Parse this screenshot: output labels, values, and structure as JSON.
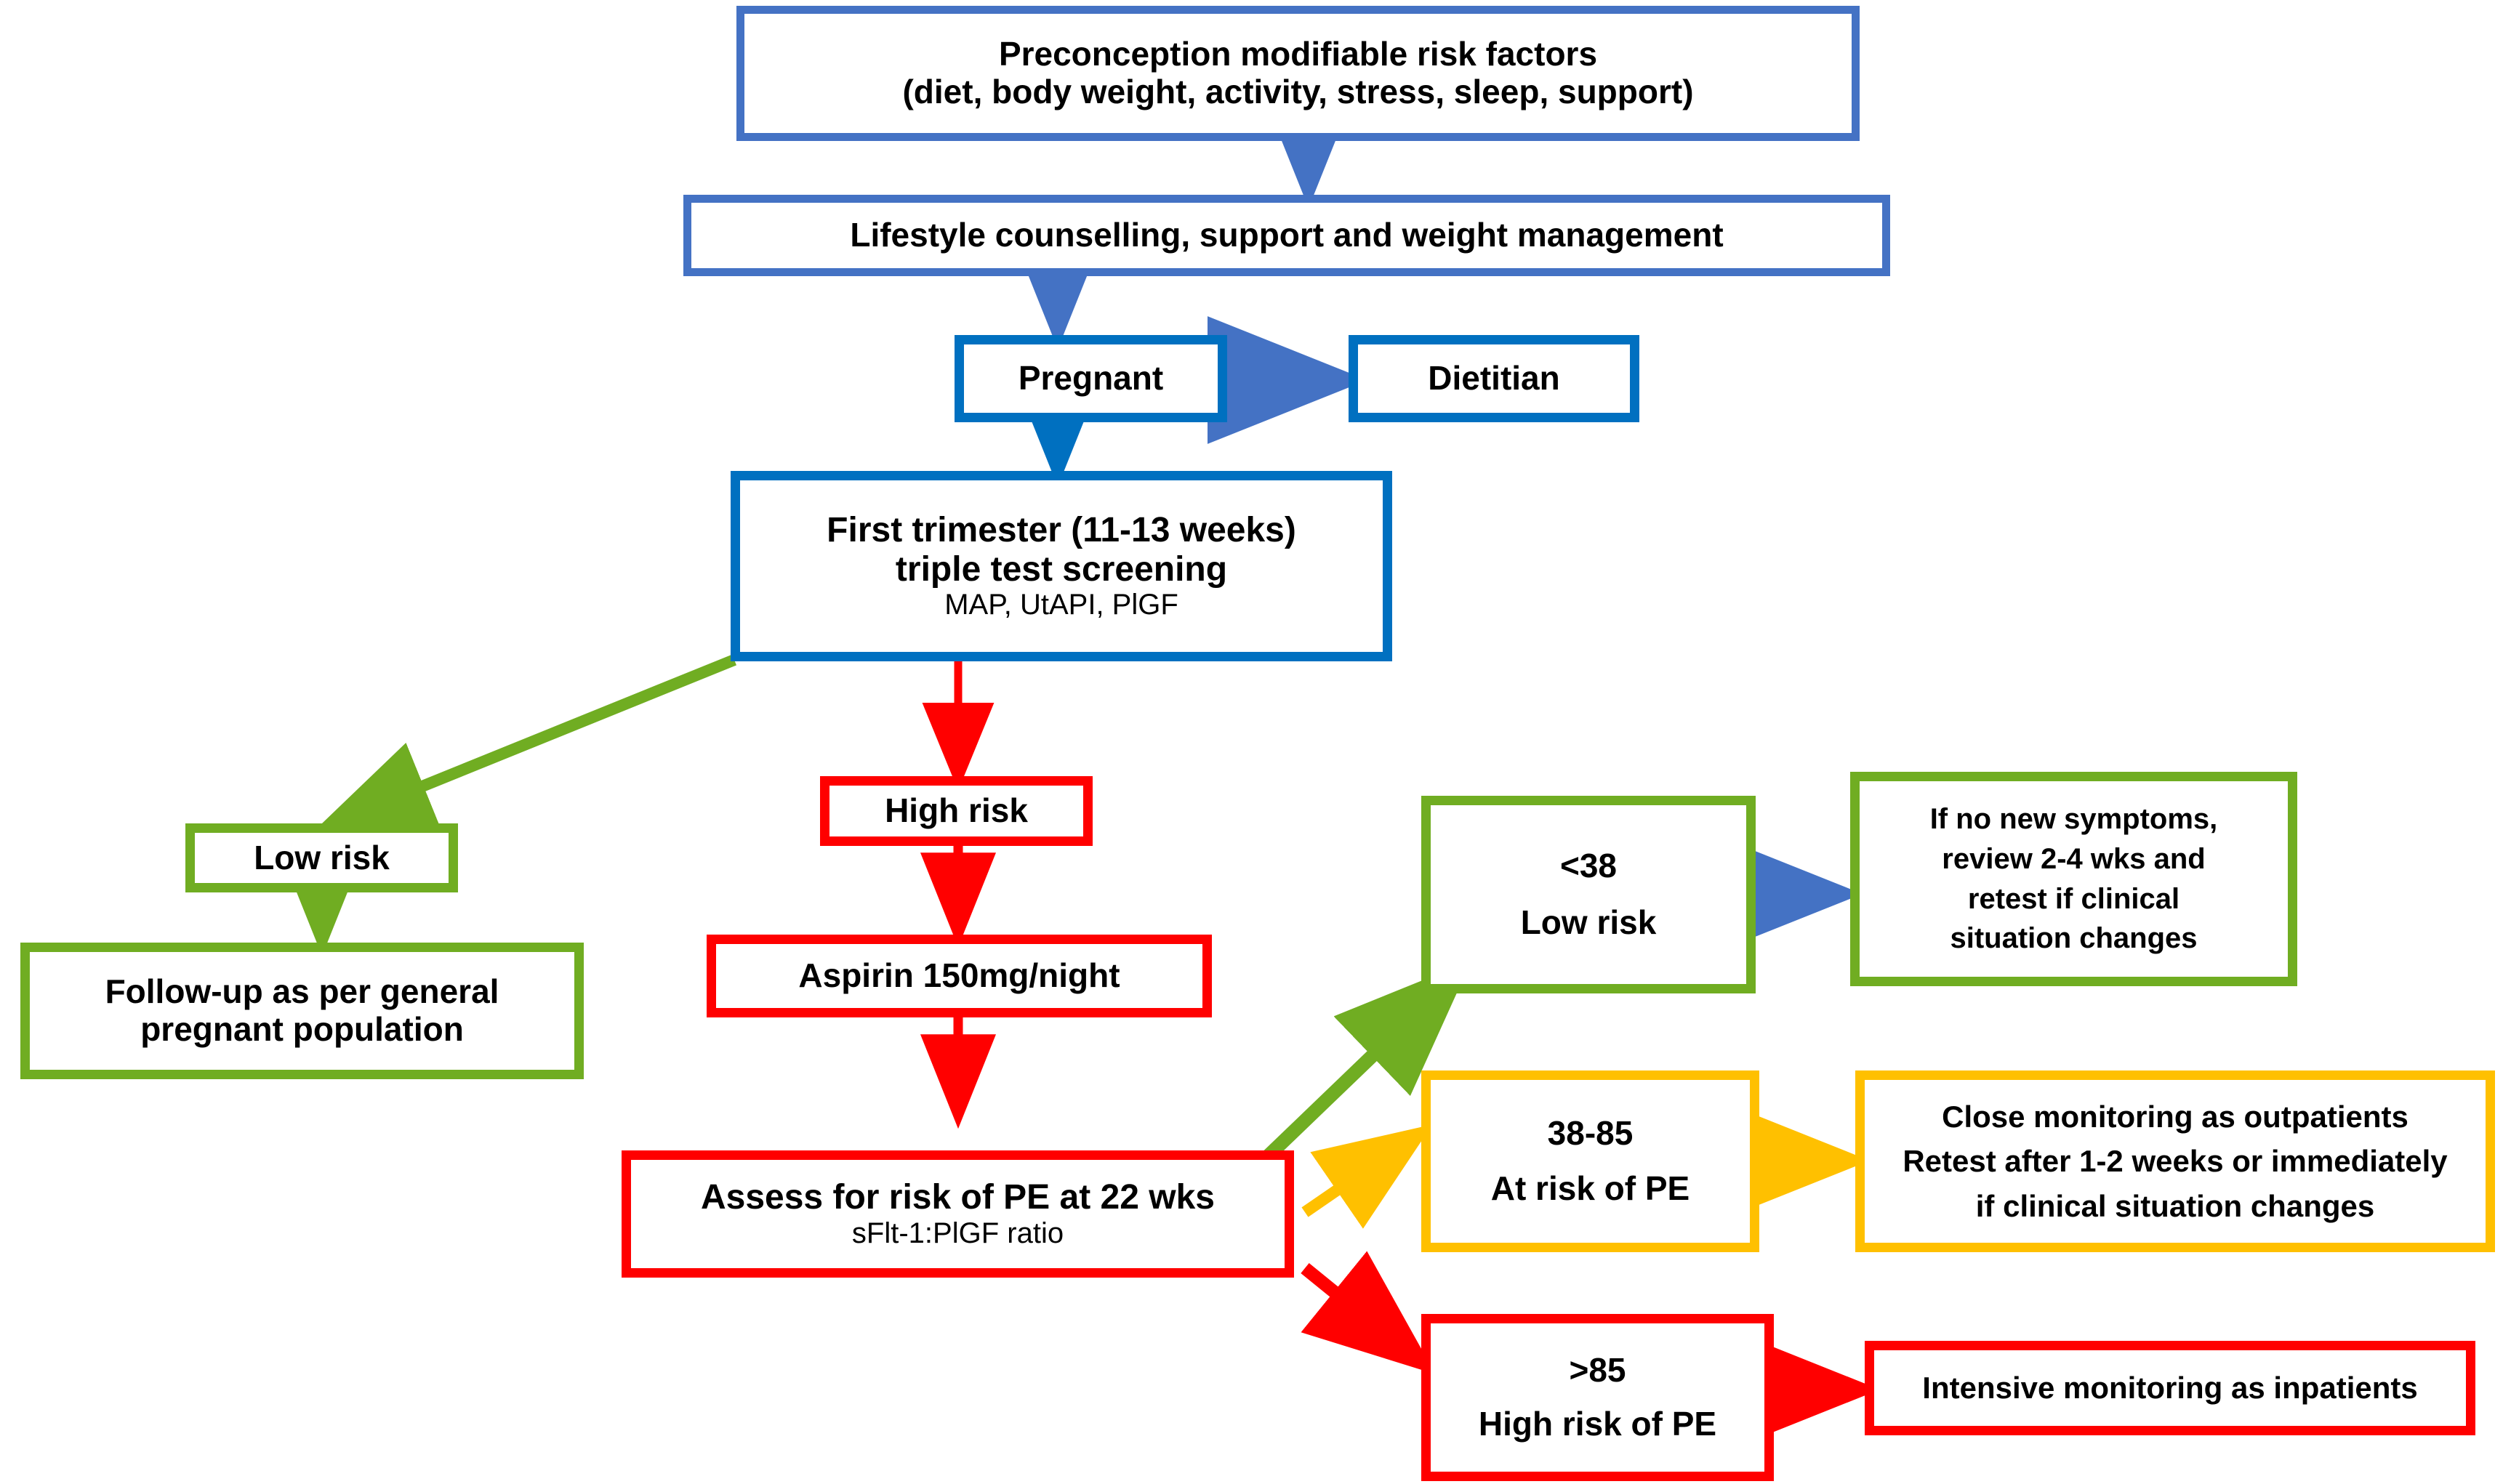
{
  "diagram": {
    "title": "Preeclampsia preconception-to-pregnancy risk screening pathway",
    "colors": {
      "blue_dark": "#4472C4",
      "blue": "#0070C0",
      "green": "#70AD22",
      "red": "#FF0000",
      "amber": "#FFC000",
      "text": "#000000",
      "background": "#FFFFFF"
    },
    "nodes": {
      "preconception": {
        "line1": "Preconception modifiable risk factors",
        "line2": "(diet, body weight, activity, stress, sleep, support)",
        "color": "blue_dark"
      },
      "lifestyle": {
        "line1": "Lifestyle counselling, support and weight management",
        "color": "blue_dark"
      },
      "pregnant": {
        "line1": "Pregnant",
        "color": "blue"
      },
      "dietitian": {
        "line1": "Dietitian",
        "color": "blue"
      },
      "first_trimester": {
        "line1": "First trimester (11-13 weeks)",
        "line2": "triple test screening",
        "sub": "MAP, UtAPI, PlGF",
        "color": "blue"
      },
      "low_risk": {
        "line1": "Low risk",
        "color": "green"
      },
      "followup": {
        "line1": "Follow-up as per general",
        "line2": "pregnant population",
        "color": "green"
      },
      "high_risk": {
        "line1": "High risk",
        "color": "red"
      },
      "aspirin": {
        "line1": "Aspirin 150mg/night",
        "color": "red"
      },
      "assess_pe": {
        "line1": "Assess for risk of PE at 22 wks",
        "sub": "sFlt-1:PlGF ratio",
        "color": "red"
      },
      "ratio_low": {
        "line1": "<38",
        "line2": "Low risk",
        "color": "green"
      },
      "ratio_low_action": {
        "line1": "If no new symptoms,",
        "line2": "review 2-4 wks and",
        "line3": "retest if clinical",
        "line4": "situation changes",
        "color": "green"
      },
      "ratio_mid": {
        "line1": "38-85",
        "line2": "At risk of PE",
        "color": "amber"
      },
      "ratio_mid_action": {
        "line1": "Close monitoring as outpatients",
        "line2": "Retest after 1-2 weeks or immediately",
        "line3": "if clinical situation changes",
        "color": "amber"
      },
      "ratio_high": {
        "line1": ">85",
        "line2": "High risk of PE",
        "color": "red"
      },
      "ratio_high_action": {
        "line1": "Intensive monitoring as inpatients",
        "color": "red"
      }
    },
    "edges": [
      {
        "from": "preconception",
        "to": "lifestyle",
        "color": "blue_dark"
      },
      {
        "from": "lifestyle",
        "to": "pregnant",
        "color": "blue_dark"
      },
      {
        "from": "pregnant",
        "to": "dietitian",
        "color": "blue_dark"
      },
      {
        "from": "pregnant",
        "to": "first_trimester",
        "color": "blue"
      },
      {
        "from": "first_trimester",
        "to": "low_risk",
        "color": "green"
      },
      {
        "from": "low_risk",
        "to": "followup",
        "color": "green"
      },
      {
        "from": "first_trimester",
        "to": "high_risk",
        "color": "red"
      },
      {
        "from": "high_risk",
        "to": "aspirin",
        "color": "red"
      },
      {
        "from": "aspirin",
        "to": "assess_pe",
        "color": "red"
      },
      {
        "from": "assess_pe",
        "to": "ratio_low",
        "color": "green"
      },
      {
        "from": "assess_pe",
        "to": "ratio_mid",
        "color": "amber"
      },
      {
        "from": "assess_pe",
        "to": "ratio_high",
        "color": "red"
      },
      {
        "from": "ratio_low",
        "to": "ratio_low_action",
        "color": "blue_dark"
      },
      {
        "from": "ratio_mid",
        "to": "ratio_mid_action",
        "color": "amber"
      },
      {
        "from": "ratio_high",
        "to": "ratio_high_action",
        "color": "red"
      }
    ]
  }
}
